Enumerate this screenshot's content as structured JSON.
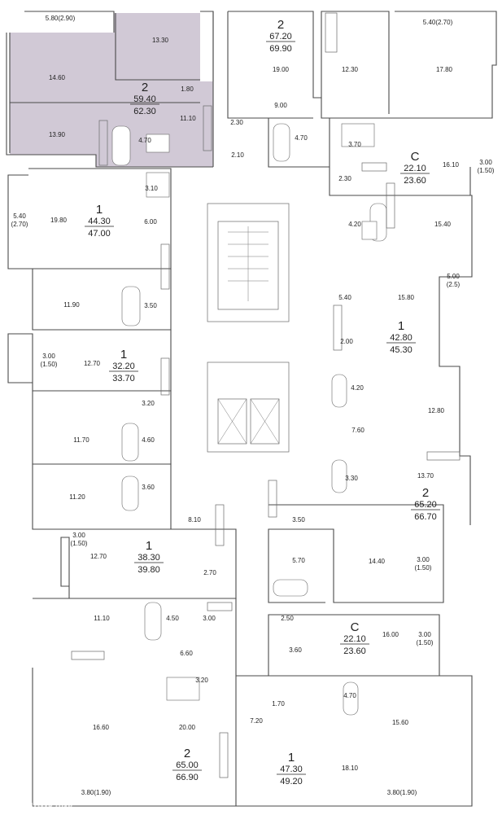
{
  "highlight_color": "#c9c0cf",
  "units": [
    {
      "id": "u1",
      "rooms": "2",
      "area1": "59.40",
      "area2": "62.30",
      "highlighted": true
    },
    {
      "id": "u2",
      "rooms": "2",
      "area1": "67.20",
      "area2": "69.90"
    },
    {
      "id": "u3",
      "rooms": "С",
      "area1": "22.10",
      "area2": "23.60"
    },
    {
      "id": "u4",
      "rooms": "1",
      "area1": "44.30",
      "area2": "47.00"
    },
    {
      "id": "u5",
      "rooms": "1",
      "area1": "42.80",
      "area2": "45.30"
    },
    {
      "id": "u6",
      "rooms": "1",
      "area1": "32.20",
      "area2": "33.70"
    },
    {
      "id": "u7",
      "rooms": "2",
      "area1": "65.20",
      "area2": "66.70"
    },
    {
      "id": "u8",
      "rooms": "1",
      "area1": "38.30",
      "area2": "39.80"
    },
    {
      "id": "u9",
      "rooms": "С",
      "area1": "22.10",
      "area2": "23.60"
    },
    {
      "id": "u10",
      "rooms": "2",
      "area1": "65.00",
      "area2": "66.90"
    },
    {
      "id": "u11",
      "rooms": "1",
      "area1": "47.30",
      "area2": "49.20"
    }
  ],
  "rooms": [
    "5.80(2.90)",
    "13.30",
    "14.60",
    "1.80",
    "13.90",
    "11.10",
    "4.70",
    "19.00",
    "12.30",
    "9.00",
    "2.30",
    "2.10",
    "4.70",
    "5.40(2.70)",
    "17.80",
    "3.70",
    "2.30",
    "16.10",
    "3.00\n(1.50)",
    "5.40\n(2.70)",
    "19.80",
    "3.10",
    "6.00",
    "4.20",
    "15.40",
    "11.90",
    "3.50",
    "5.40",
    "15.80",
    "5.00\n(2.5)",
    "2.00",
    "3.00\n(1.50)",
    "12.70",
    "4.20",
    "3.20",
    "12.80",
    "11.70",
    "4.60",
    "7.60",
    "11.20",
    "3.60",
    "3.30",
    "13.70",
    "8.10",
    "3.50",
    "3.00\n(1.50)",
    "12.70",
    "2.70",
    "5.70",
    "14.40",
    "3.00\n(1.50)",
    "11.10",
    "4.50",
    "3.00",
    "2.50",
    "16.00",
    "3.00\n(1.50)",
    "6.60",
    "3.60",
    "3.20",
    "1.70",
    "4.70",
    "16.60",
    "20.00",
    "7.20",
    "15.60",
    "18.10",
    "3.80(1.90)",
    "3.80(1.90)"
  ],
  "watermark": "ДомКлик"
}
